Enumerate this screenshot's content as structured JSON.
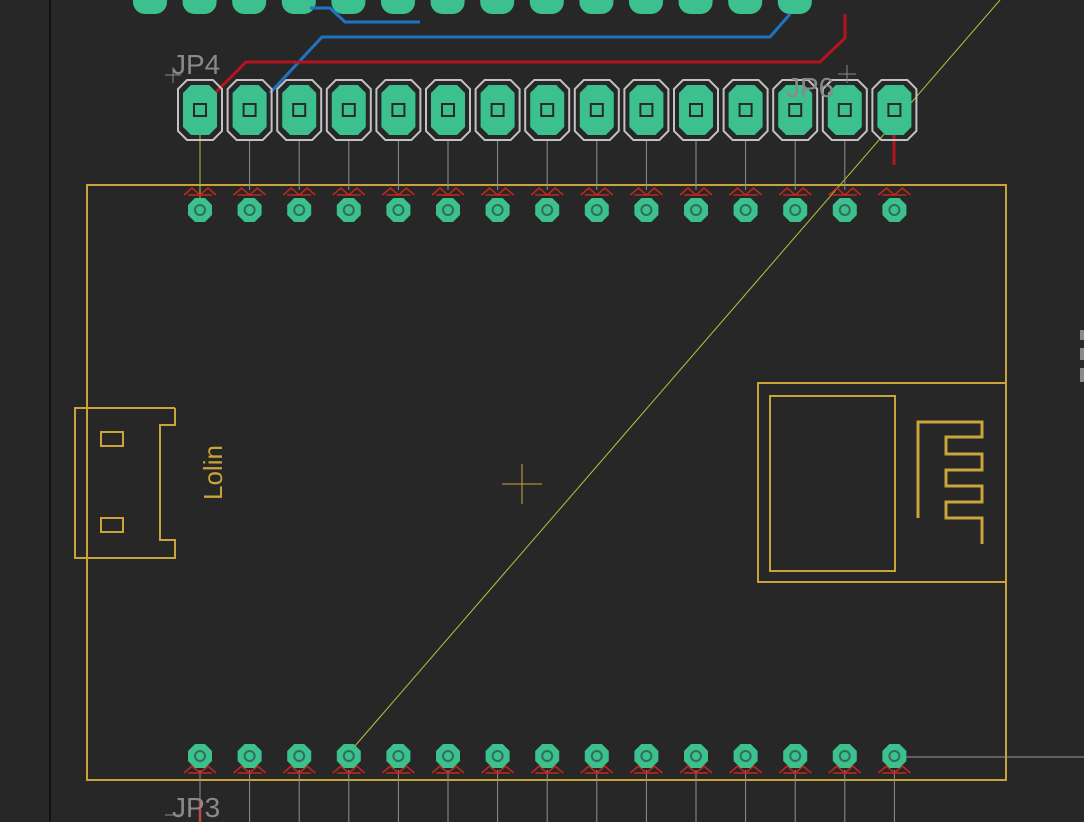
{
  "labels": {
    "jp4": "JP4",
    "jp6": "JP6",
    "jp3": "JP3",
    "lolin": "Lolin"
  },
  "colors": {
    "background": "#272727",
    "outline": "#c9a43a",
    "pad_fill": "#3cc08e",
    "pad_outline": "#c2c2c2",
    "top_trace": "#b3141f",
    "bottom_trace": "#1d74c4",
    "airwire": "#b9c23a",
    "thermal": "#c4261e",
    "label_gray": "#8a8a8a"
  },
  "header_pad_count": 15,
  "module_pad_count": 15
}
